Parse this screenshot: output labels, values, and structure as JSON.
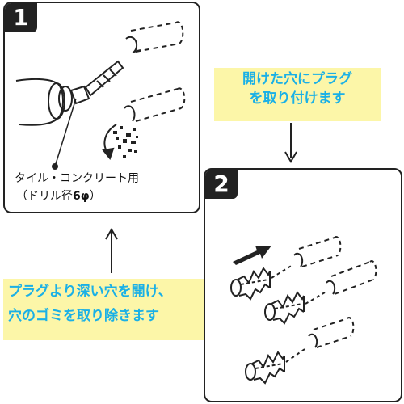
{
  "panel1": {
    "step_number": "1",
    "caption_line1": "タイル・コンクリート用",
    "caption_line2_prefix": "（ドリル径",
    "caption_line2_value": "6φ",
    "caption_line2_suffix": "）"
  },
  "panel2": {
    "step_number": "2"
  },
  "callout_top": {
    "line1": "開けた穴にプラグ",
    "line2": "を取り付けます"
  },
  "callout_bottom": {
    "line1": "プラグより深い穴を開け、",
    "line2": "穴のゴミを取り除きます"
  },
  "colors": {
    "callout_bg": "#fcf6a8",
    "callout_text": "#1ab0e6",
    "badge_bg": "#222222",
    "line": "#222222"
  }
}
